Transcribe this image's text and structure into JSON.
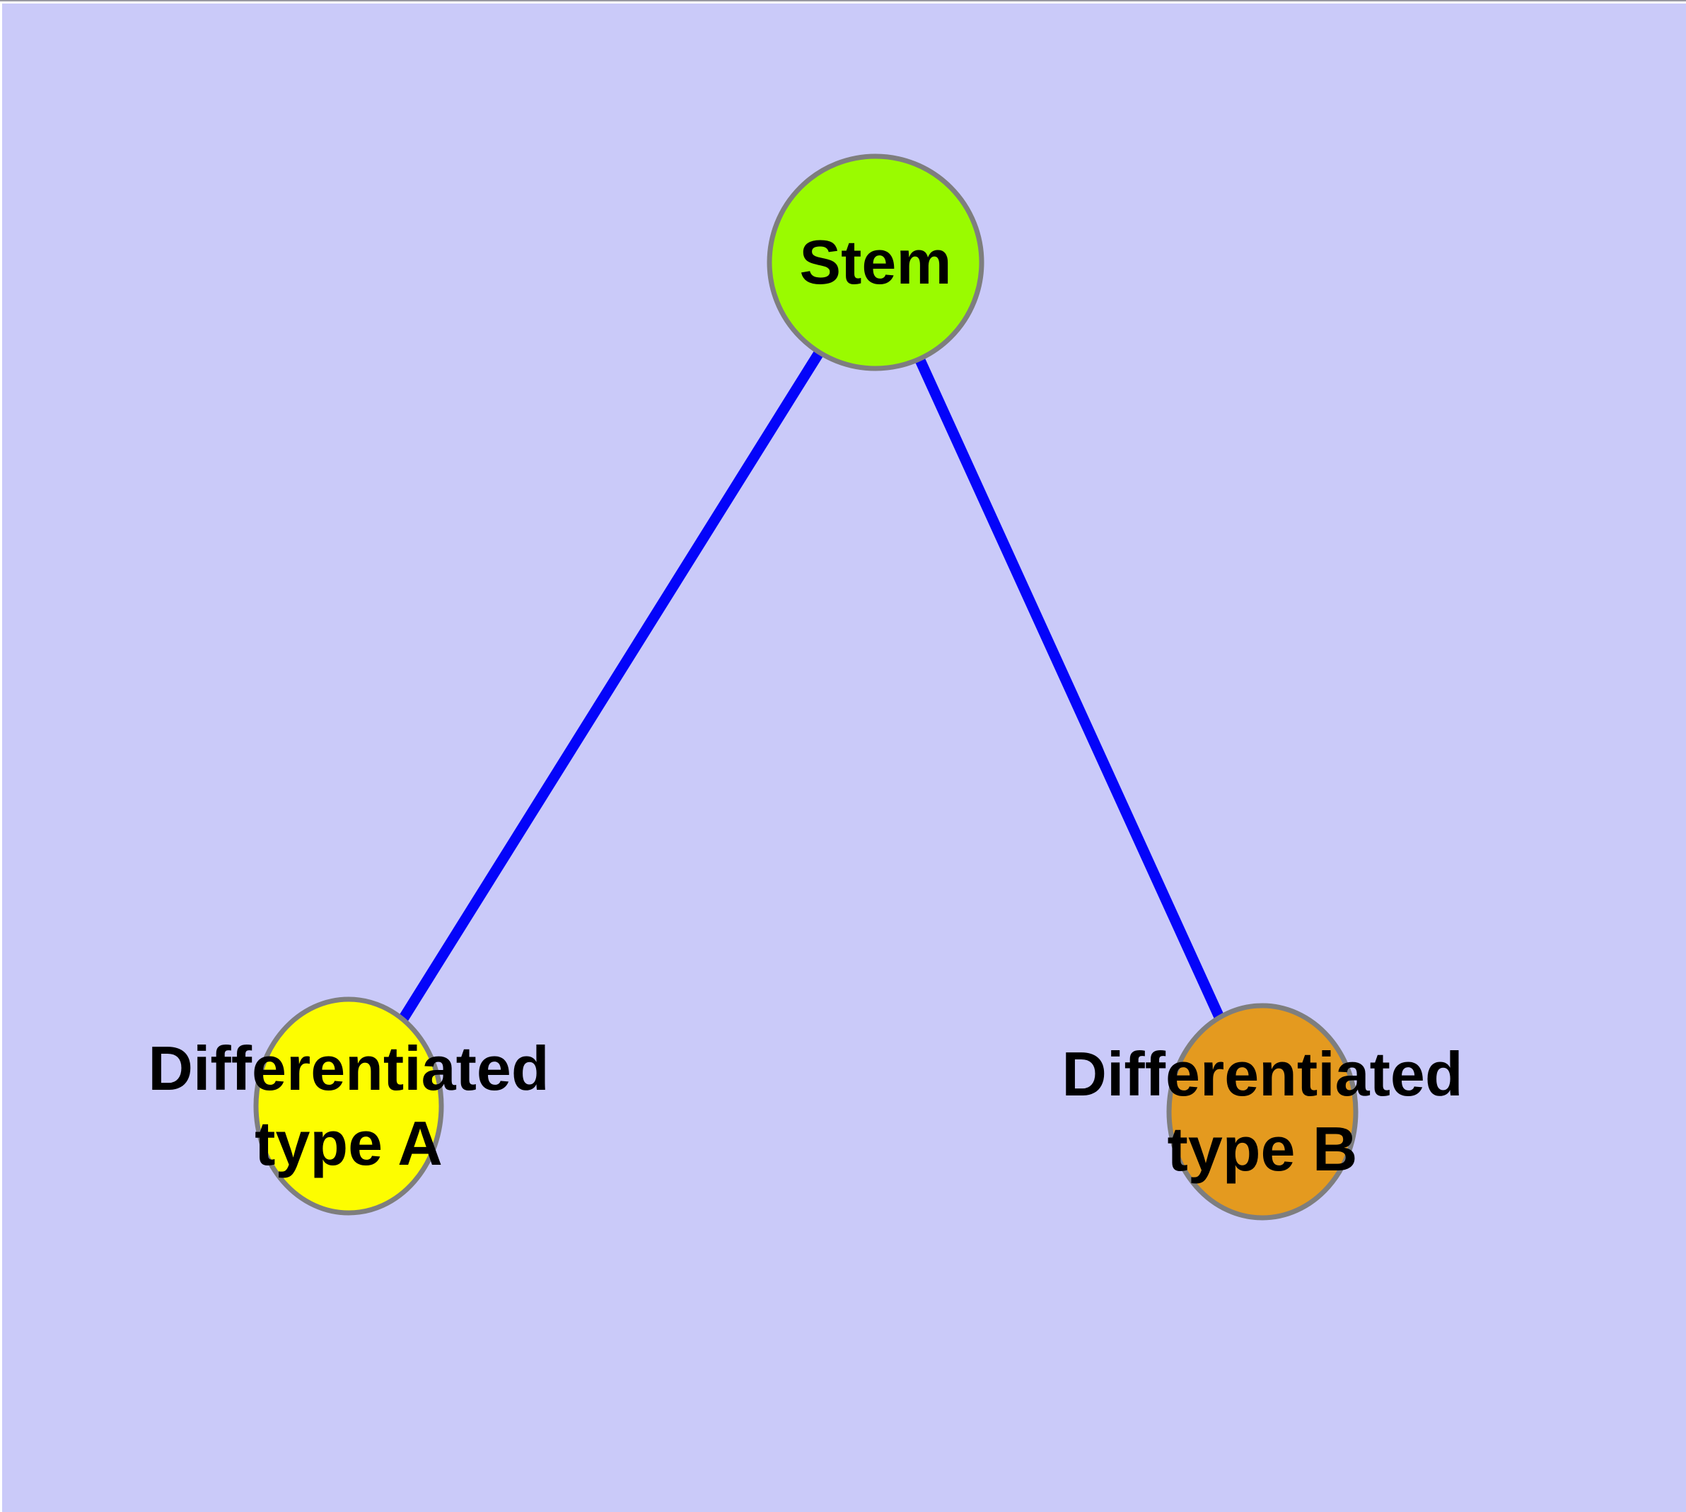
{
  "diagram": {
    "background_color": "#cacaf9",
    "page_margin_color": "#ffffff",
    "edge_color": "#0404fa",
    "node_border_color": "#7e7e7e",
    "text_color": "#000000",
    "nodes": [
      {
        "id": "stem",
        "label": "Stem",
        "color": "#9afb00"
      },
      {
        "id": "type-a",
        "label_line1": "Differentiated",
        "label_line2": "type A",
        "color": "#fdfd00"
      },
      {
        "id": "type-b",
        "label_line1": "Differentiated",
        "label_line2": "type B",
        "color": "#e49a1f"
      }
    ],
    "edges": [
      {
        "from": "stem",
        "to": "type-a"
      },
      {
        "from": "stem",
        "to": "type-b"
      }
    ]
  }
}
